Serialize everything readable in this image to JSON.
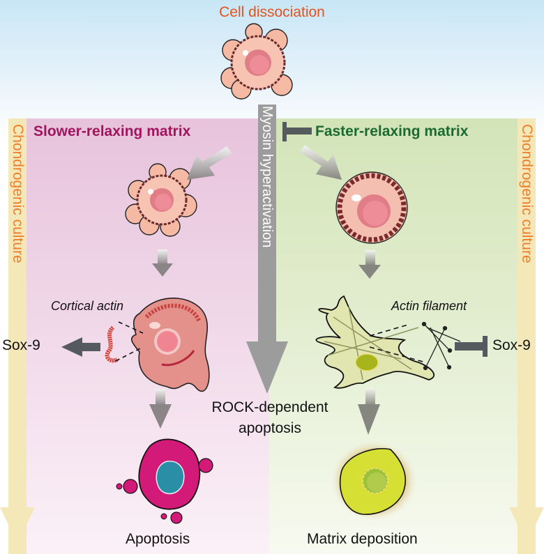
{
  "title": "Cell dissociation",
  "side_label": "Chondrogenic culture",
  "left_panel": {
    "heading": "Slower-relaxing matrix",
    "actin_label": "Cortical actin",
    "sox9_label": "Sox-9",
    "sox9_relation": "activates",
    "outcome": "Apoptosis"
  },
  "right_panel": {
    "heading": "Faster-relaxing matrix",
    "actin_label": "Actin filament",
    "sox9_label": "Sox-9",
    "sox9_relation": "inhibits",
    "outcome": "Matrix deposition"
  },
  "center": {
    "myosin_label": "Myosin hyperactivation",
    "rock_line1": "ROCK-dependent",
    "rock_line2": "apoptosis"
  },
  "colors": {
    "title": "#e3531f",
    "side_label": "#ee7d2a",
    "slow_heading": "#a0165e",
    "fast_heading": "#1a6a32",
    "left_panel_bg": "#e7c3dc",
    "right_panel_bg": "#d3e4b8",
    "side_strip": "#f4e8b9",
    "myosin_bar": "#9c9c9c",
    "inhibit_bar": "#555a5e"
  }
}
